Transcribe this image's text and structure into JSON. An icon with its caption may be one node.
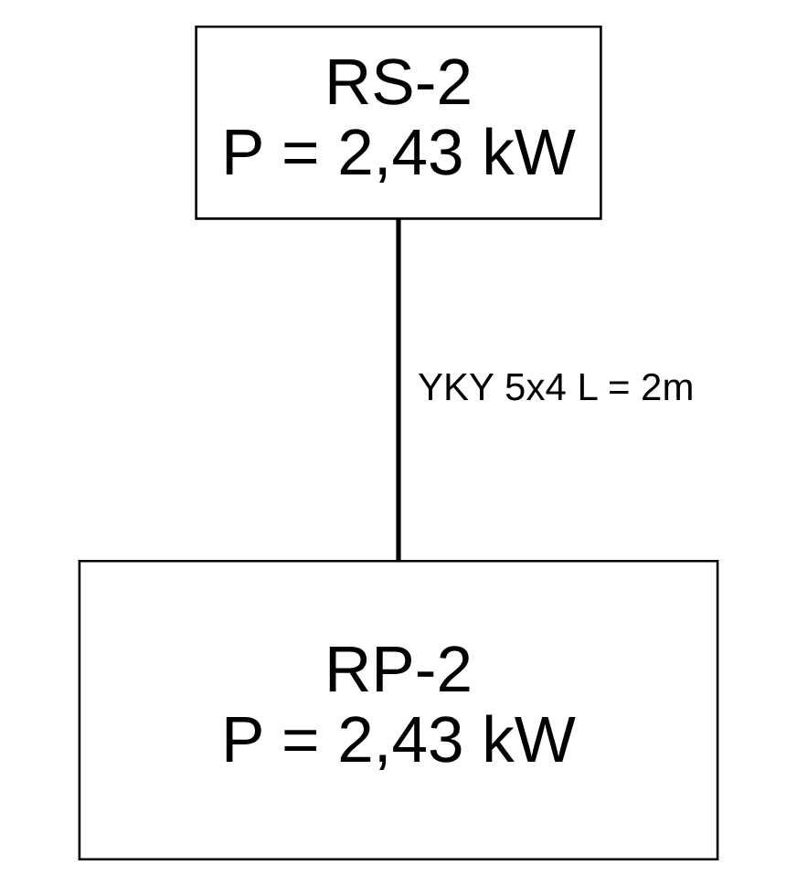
{
  "diagram": {
    "nodes": [
      {
        "text": [
          "RS-2",
          "P = 2,43 kW"
        ]
      },
      {
        "text": [
          "RP-2",
          "P = 2,43 kW"
        ]
      }
    ],
    "edges": [
      {
        "from": 0,
        "to": 1,
        "arrow": "none",
        "label": "YKY 5x4 L = 2m"
      }
    ]
  }
}
